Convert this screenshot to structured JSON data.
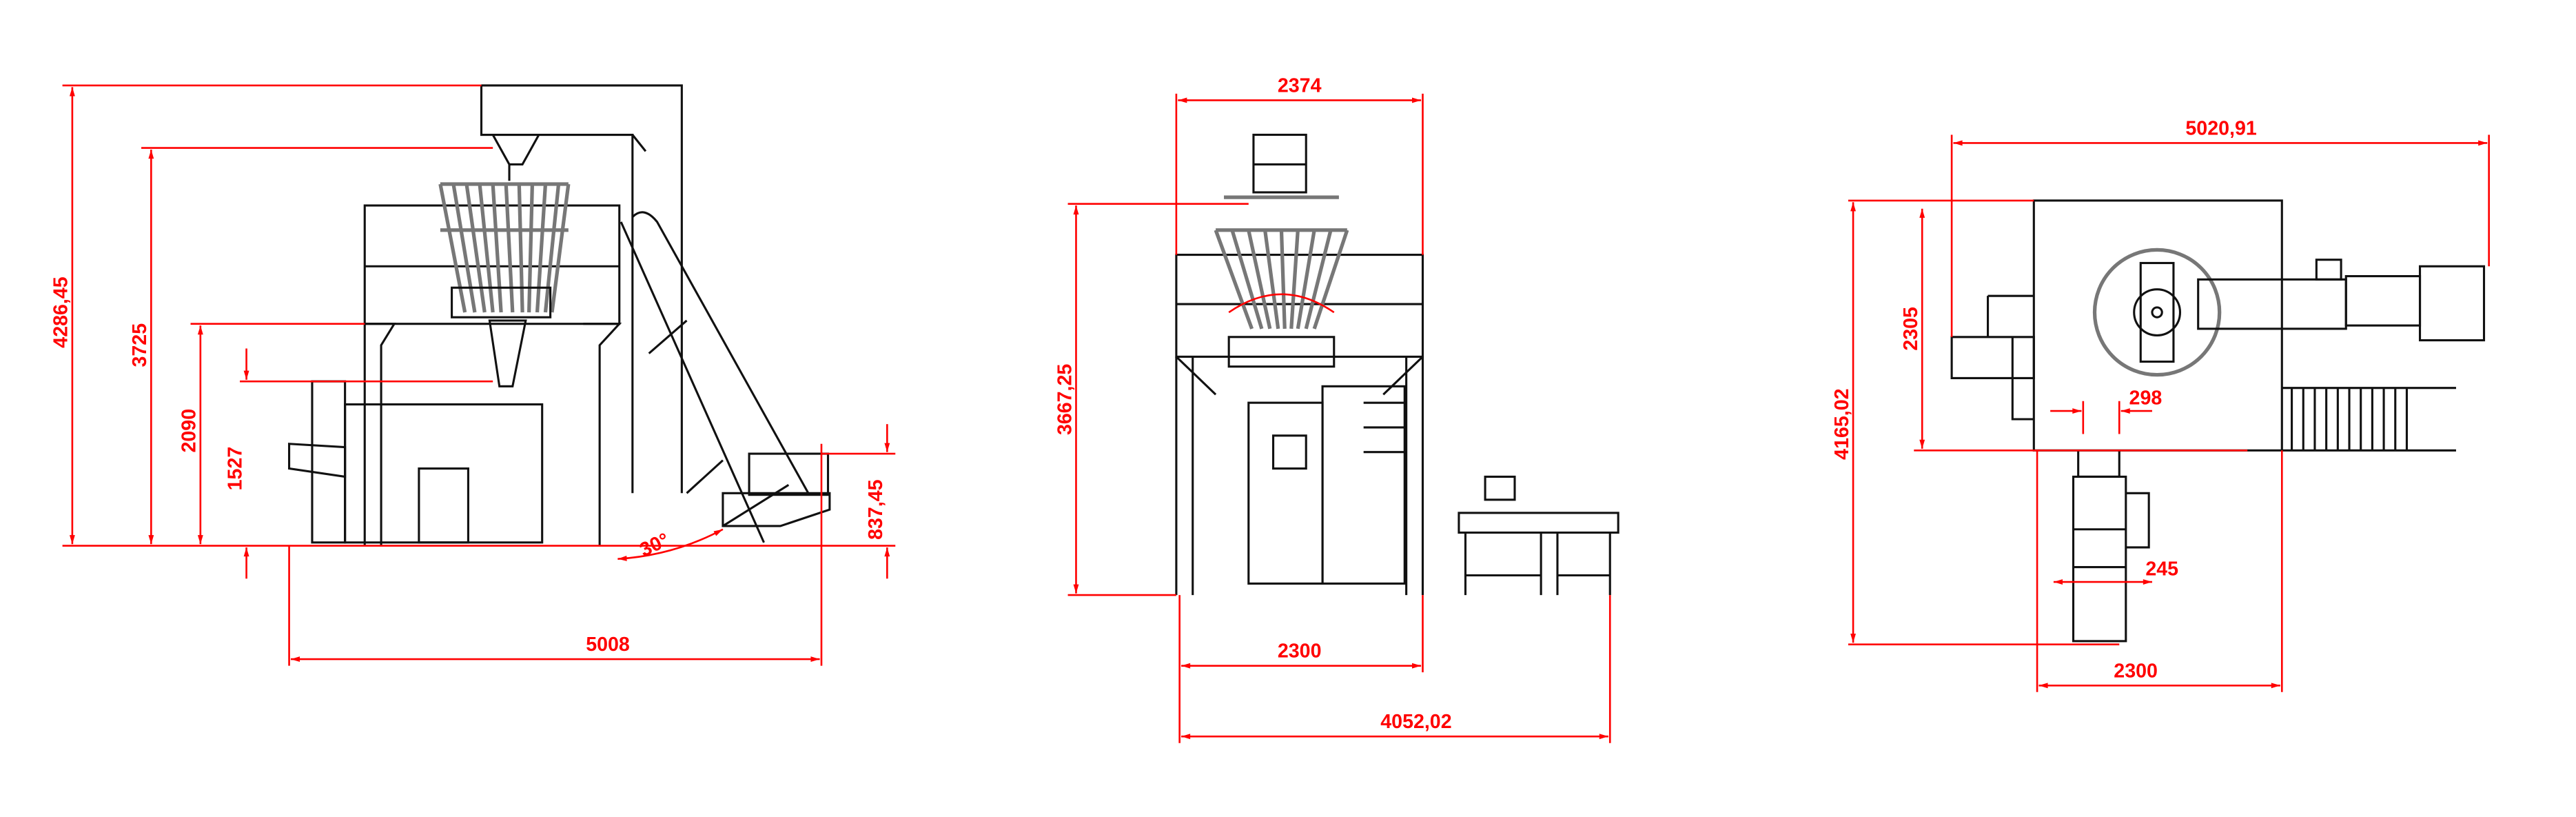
{
  "drawing": {
    "line_color": "#111111",
    "dimension_color": "#ff0000",
    "side_view": {
      "total_height": "4286,45",
      "weigher_height": "3725",
      "platform_height": "2090",
      "bagger_height": "1527",
      "total_length": "5008",
      "conveyor_height": "837,45",
      "stair_angle": "30°"
    },
    "front_view": {
      "total_width": "2374",
      "total_height": "3667,25",
      "platform_width": "2300",
      "total_length": "4052,02"
    },
    "top_view": {
      "total_length": "5020,91",
      "platform_depth": "2305",
      "total_depth": "4165,02",
      "platform_width": "2300",
      "discharge_width": "298",
      "conveyor_width": "245"
    }
  }
}
